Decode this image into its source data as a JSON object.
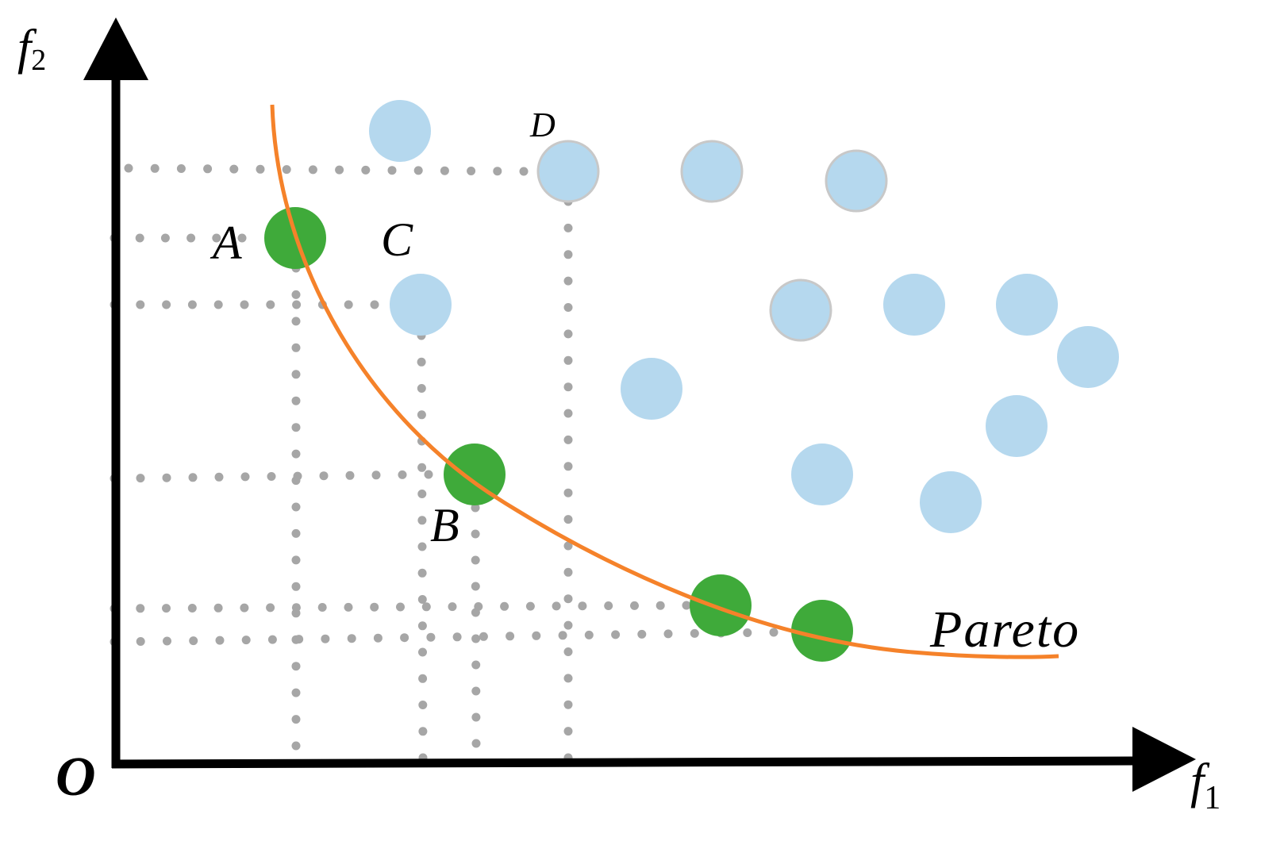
{
  "labels": {
    "y_axis_main": "f",
    "y_axis_sub": "2",
    "x_axis_main": "f",
    "x_axis_sub": "1",
    "origin": "O",
    "curve": "Pareto"
  },
  "colors": {
    "axis": "#000000",
    "pareto_curve": "#f5822a",
    "pareto_point": "#3faa3a",
    "dominated_point": "#b5d8ee",
    "dominated_outline": "#c8c8c8",
    "guide_dots": "#a6a6a6"
  },
  "pareto_points": [
    {
      "id": "pareto-point-a",
      "label": "A"
    },
    {
      "id": "pareto-point-b",
      "label": "B"
    },
    {
      "id": "pareto-point-3",
      "label": ""
    },
    {
      "id": "pareto-point-4",
      "label": ""
    }
  ],
  "dominated_points": [
    {
      "id": "dominated-point-top",
      "label": ""
    },
    {
      "id": "dominated-point-c",
      "label": "C"
    },
    {
      "id": "dominated-point-d",
      "label": "D"
    },
    {
      "id": "dominated-point-4",
      "label": ""
    },
    {
      "id": "dominated-point-5",
      "label": ""
    },
    {
      "id": "dominated-point-6",
      "label": ""
    },
    {
      "id": "dominated-point-7",
      "label": ""
    },
    {
      "id": "dominated-point-8",
      "label": ""
    },
    {
      "id": "dominated-point-9",
      "label": ""
    },
    {
      "id": "dominated-point-10",
      "label": ""
    },
    {
      "id": "dominated-point-11",
      "label": ""
    },
    {
      "id": "dominated-point-12",
      "label": ""
    },
    {
      "id": "dominated-point-13",
      "label": ""
    }
  ]
}
